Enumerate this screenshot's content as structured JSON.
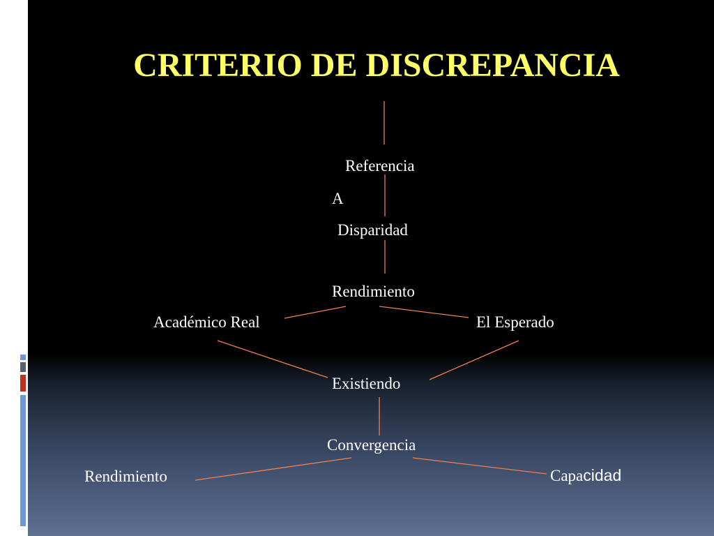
{
  "slide": {
    "title": "CRITERIO DE DISCREPANCIA"
  },
  "nodes": {
    "referencia": "Referencia",
    "a": "A",
    "disparidad": "Disparidad",
    "rendimiento_top": "Rendimiento",
    "academico_real": "Académico Real",
    "el_esperado": "El Esperado",
    "existiendo": "Existiendo",
    "convergencia": "Convergencia",
    "rendimiento_bottom": "Rendimiento",
    "capacidad_part1": "Capa",
    "capacidad_part2": "cidad"
  },
  "colors": {
    "title": "#ffff66",
    "connector": "#f08050",
    "text": "#ffffff",
    "strip_accent_blue": "#6f96d8",
    "strip_accent_red": "#c0301e",
    "strip_accent_gray": "#5a6068"
  }
}
